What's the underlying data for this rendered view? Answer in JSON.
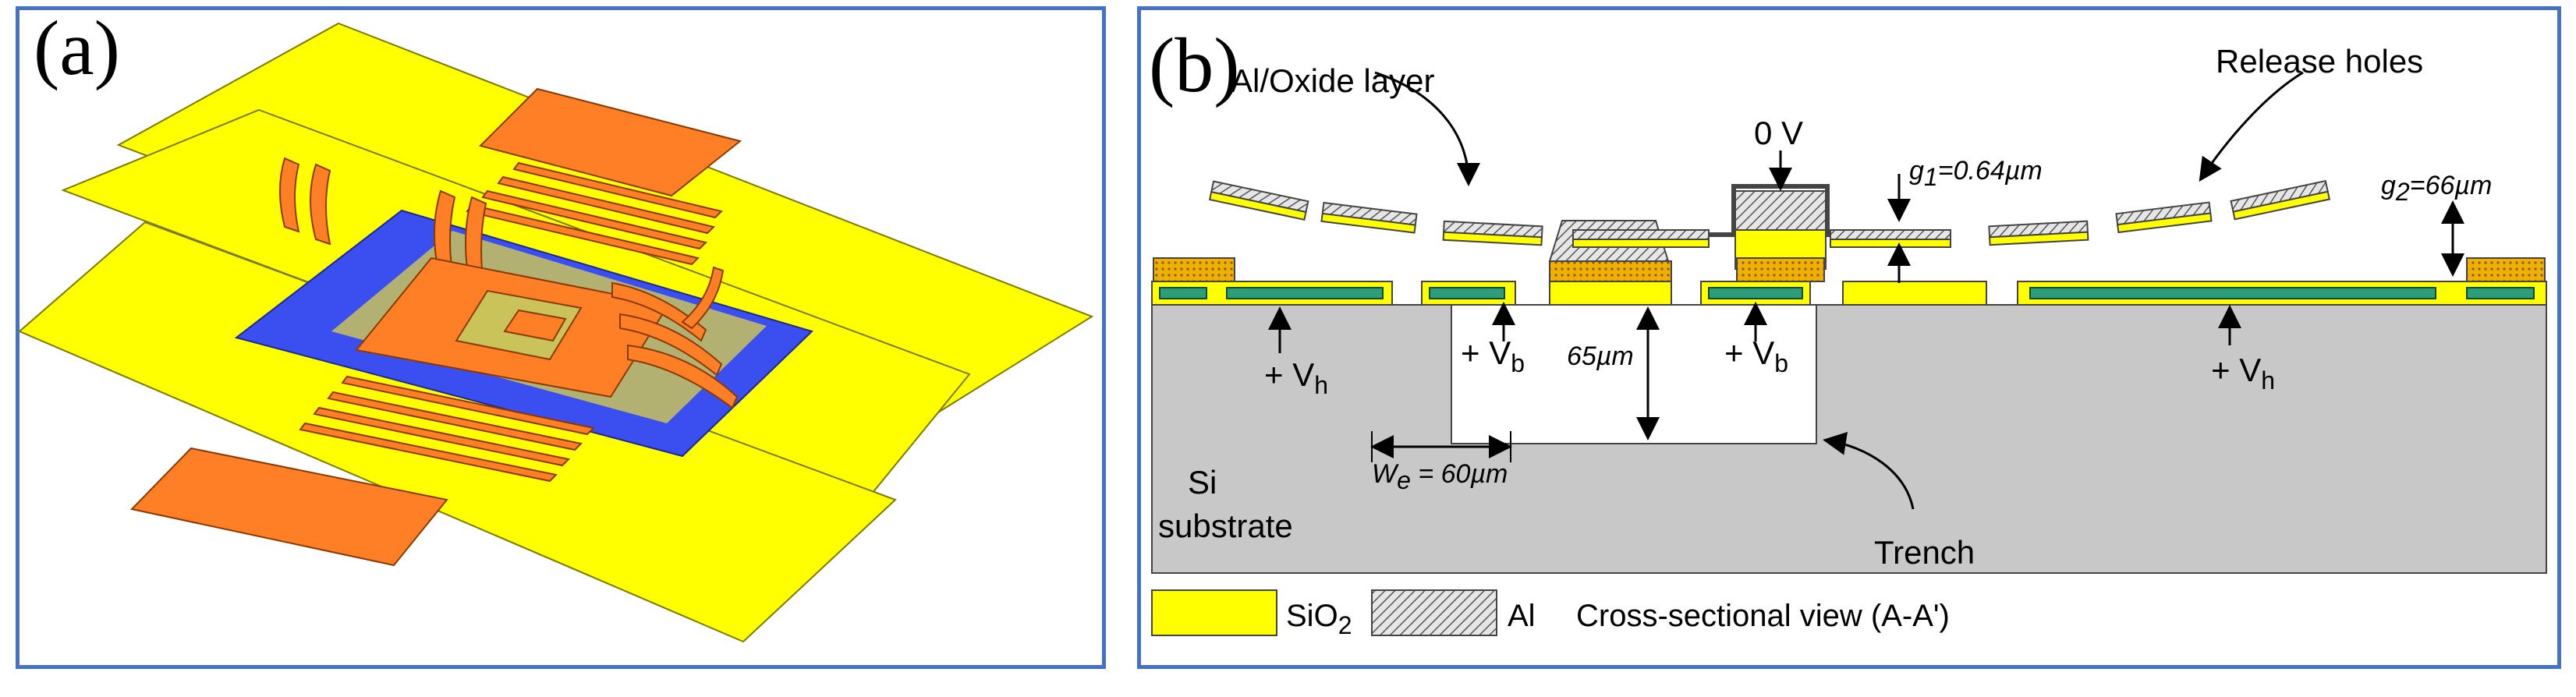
{
  "panel_a": {
    "label": "(a)"
  },
  "panel_b": {
    "label": "(b)",
    "callouts": {
      "al_oxide": "Al/Oxide layer",
      "release_holes": "Release holes",
      "zero_v": "0 V",
      "trench": "Trench"
    },
    "dimensions": {
      "g1": "g",
      "g1_sub": "1",
      "g1_val": "=0.64µm",
      "g2": "g",
      "g2_sub": "2",
      "g2_val": "=66µm",
      "depth": "65µm",
      "we": "W",
      "we_sub": "e",
      "we_val": " = 60µm"
    },
    "voltages": {
      "vh": "+ V",
      "vh_sub": "h",
      "vb": "+ V",
      "vb_sub": "b"
    },
    "substrate": {
      "line1": "Si",
      "line2": "substrate"
    },
    "legend": {
      "sio2_main": "SiO",
      "sio2_sub": "2",
      "al": "Al",
      "view": "Cross-sectional view (A-A')"
    }
  },
  "colors": {
    "panel_border": "#4472c4",
    "yellow": "#ffff00",
    "orange": "#ff7f27",
    "blue": "#3b4ef0",
    "olive": "#c9c35a",
    "gray": "#c8c8c8",
    "green": "#2e9e7a",
    "gold": "#f0b000"
  }
}
